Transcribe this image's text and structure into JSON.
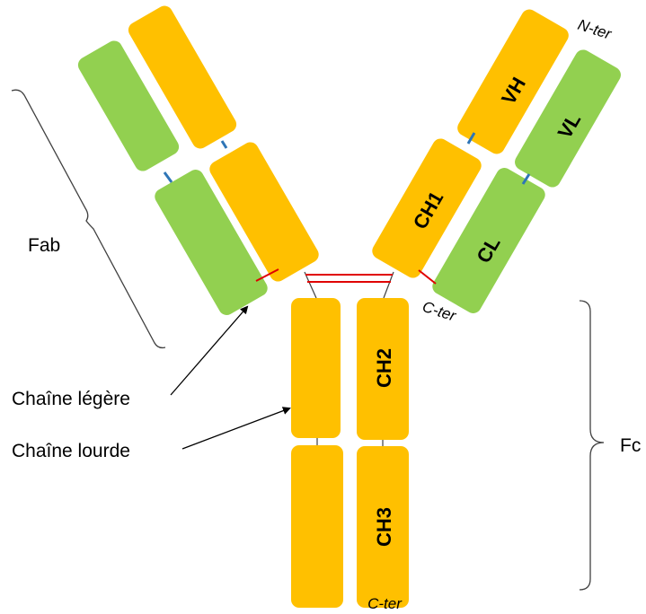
{
  "colors": {
    "heavy_chain": "#FFC000",
    "light_chain": "#92D050",
    "disulfide_bond": "#E00000",
    "domain_linker": "#2E75B6",
    "hinge": "#404040",
    "bracket": "#404040"
  },
  "domains": {
    "vh": "VH",
    "vl": "VL",
    "ch1": "CH1",
    "cl": "CL",
    "ch2": "CH2",
    "ch3": "CH3"
  },
  "termini": {
    "n_ter": "N-ter",
    "c_ter_light": "C-ter",
    "c_ter_heavy": "C-ter"
  },
  "labels": {
    "fab": "Fab",
    "fc": "Fc",
    "light_chain": "Chaîne légère",
    "heavy_chain": "Chaîne lourde"
  }
}
